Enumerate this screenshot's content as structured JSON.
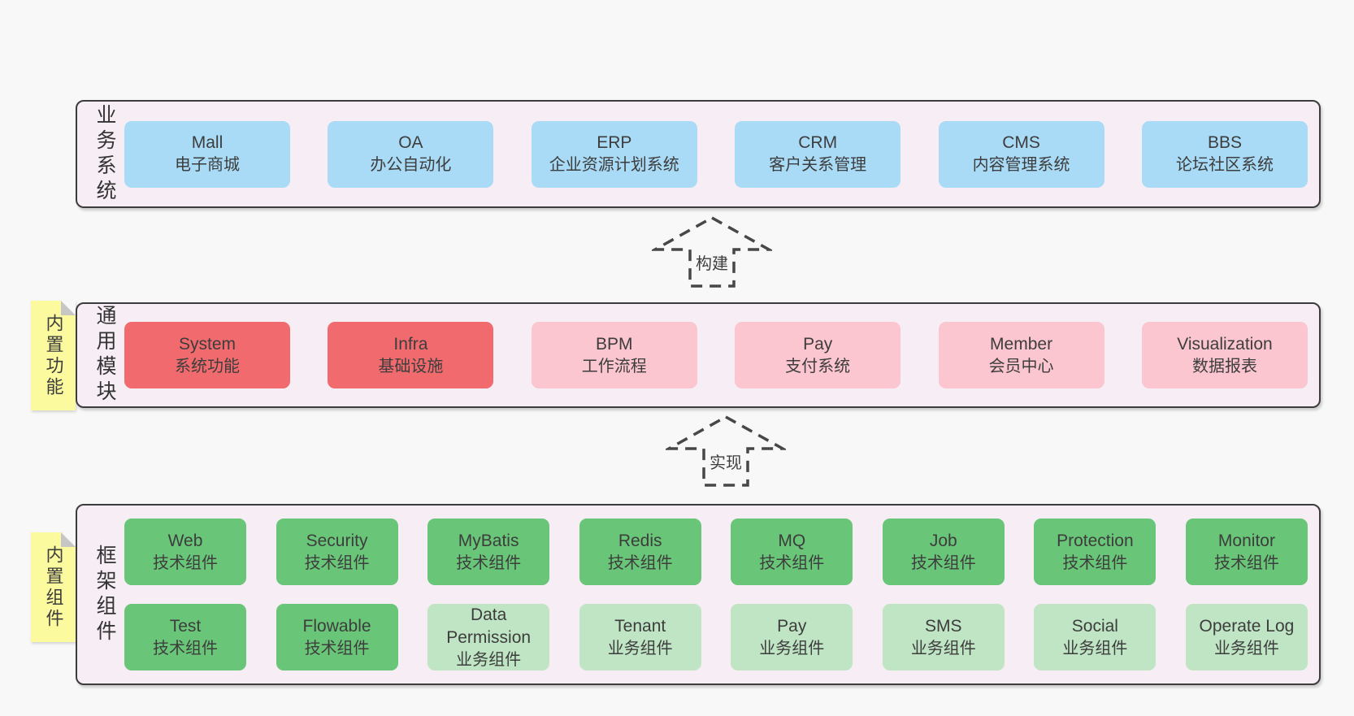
{
  "colors": {
    "page_bg": "#f8f8f8",
    "panel_bg": "#f7edf5",
    "panel_border": "#3c3c3c",
    "blue": "#a9dbf6",
    "red": "#f16b6e",
    "pink": "#fbc6d0",
    "green": "#69c678",
    "green_light": "#bfe5c4",
    "sticky_yellow": "#fbfa9e",
    "fold_gray": "#c6c6c6",
    "text": "#3d3d3d"
  },
  "panels": [
    {
      "side_label": "业务系统",
      "sticky": null,
      "rows": [
        [
          {
            "title": "Mall",
            "subtitle": "电子商城",
            "variant": "blue"
          },
          {
            "title": "OA",
            "subtitle": "办公自动化",
            "variant": "blue"
          },
          {
            "title": "ERP",
            "subtitle": "企业资源计划系统",
            "variant": "blue"
          },
          {
            "title": "CRM",
            "subtitle": "客户关系管理",
            "variant": "blue"
          },
          {
            "title": "CMS",
            "subtitle": "内容管理系统",
            "variant": "blue"
          },
          {
            "title": "BBS",
            "subtitle": "论坛社区系统",
            "variant": "blue"
          }
        ]
      ]
    },
    {
      "side_label": "通用模块",
      "sticky": "内置功能",
      "rows": [
        [
          {
            "title": "System",
            "subtitle": "系统功能",
            "variant": "red"
          },
          {
            "title": "Infra",
            "subtitle": "基础设施",
            "variant": "red"
          },
          {
            "title": "BPM",
            "subtitle": "工作流程",
            "variant": "pink"
          },
          {
            "title": "Pay",
            "subtitle": "支付系统",
            "variant": "pink"
          },
          {
            "title": "Member",
            "subtitle": "会员中心",
            "variant": "pink"
          },
          {
            "title": "Visualization",
            "subtitle": "数据报表",
            "variant": "pink"
          }
        ]
      ]
    },
    {
      "side_label": "框架组件",
      "sticky": "内置组件",
      "rows": [
        [
          {
            "title": "Web",
            "subtitle": "技术组件",
            "variant": "green"
          },
          {
            "title": "Security",
            "subtitle": "技术组件",
            "variant": "green"
          },
          {
            "title": "MyBatis",
            "subtitle": "技术组件",
            "variant": "green"
          },
          {
            "title": "Redis",
            "subtitle": "技术组件",
            "variant": "green"
          },
          {
            "title": "MQ",
            "subtitle": "技术组件",
            "variant": "green"
          },
          {
            "title": "Job",
            "subtitle": "技术组件",
            "variant": "green"
          },
          {
            "title": "Protection",
            "subtitle": "技术组件",
            "variant": "green"
          },
          {
            "title": "Monitor",
            "subtitle": "技术组件",
            "variant": "green"
          }
        ],
        [
          {
            "title": "Test",
            "subtitle": "技术组件",
            "variant": "green"
          },
          {
            "title": "Flowable",
            "subtitle": "技术组件",
            "variant": "green"
          },
          {
            "title": "Data Permission",
            "subtitle": "业务组件",
            "variant": "green-light"
          },
          {
            "title": "Tenant",
            "subtitle": "业务组件",
            "variant": "green-light"
          },
          {
            "title": "Pay",
            "subtitle": "业务组件",
            "variant": "green-light"
          },
          {
            "title": "SMS",
            "subtitle": "业务组件",
            "variant": "green-light"
          },
          {
            "title": "Social",
            "subtitle": "业务组件",
            "variant": "green-light"
          },
          {
            "title": "Operate Log",
            "subtitle": "业务组件",
            "variant": "green-light"
          }
        ]
      ]
    }
  ],
  "arrows": [
    {
      "label": "构建"
    },
    {
      "label": "实现"
    }
  ]
}
